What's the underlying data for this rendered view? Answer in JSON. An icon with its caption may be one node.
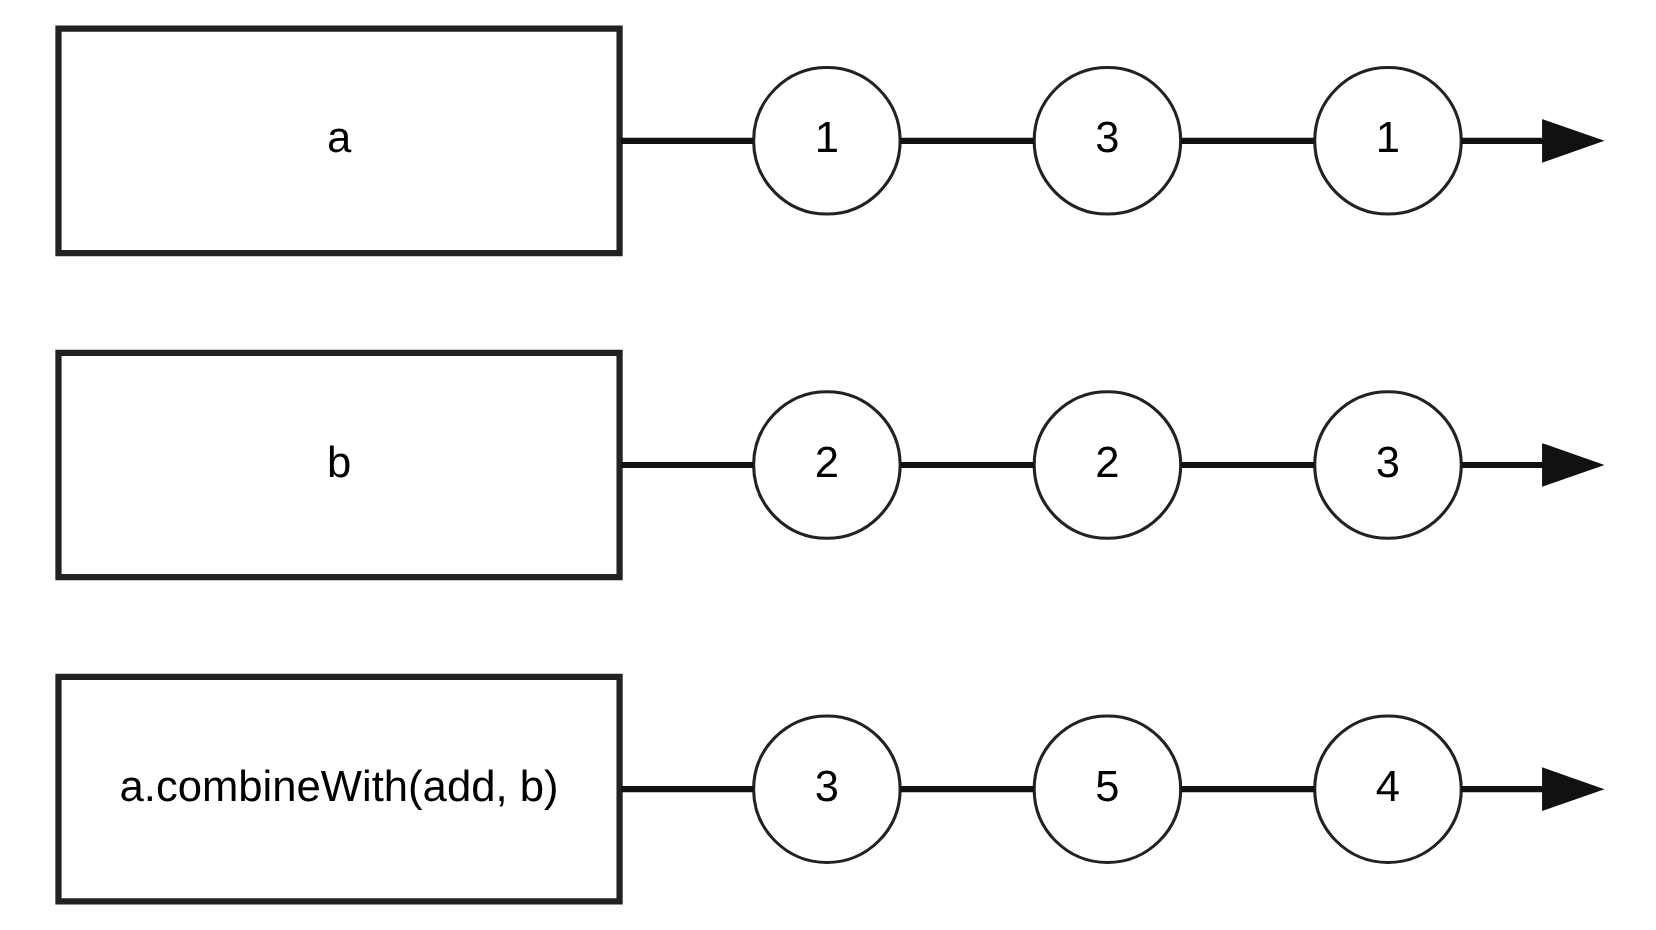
{
  "diagram": {
    "nodes": [
      {
        "text": [
          "a"
        ]
      },
      {
        "text": [
          "1"
        ]
      },
      {
        "text": [
          "3"
        ]
      },
      {
        "text": [
          "1"
        ]
      },
      {
        "text": [
          "b"
        ]
      },
      {
        "text": [
          "2"
        ]
      },
      {
        "text": [
          "2"
        ]
      },
      {
        "text": [
          "3"
        ]
      },
      {
        "text": [
          "a.combineWith(add, b)"
        ]
      },
      {
        "text": [
          "3"
        ]
      },
      {
        "text": [
          "5"
        ]
      },
      {
        "text": [
          "4"
        ]
      }
    ],
    "edges": [
      {
        "from": 0,
        "to": 1,
        "arrow": "none"
      },
      {
        "from": 1,
        "to": 2,
        "arrow": "none"
      },
      {
        "from": 2,
        "to": 3,
        "arrow": "none"
      },
      {
        "from": 3,
        "to": null,
        "arrow": "to"
      },
      {
        "from": 4,
        "to": 5,
        "arrow": "none"
      },
      {
        "from": 5,
        "to": 6,
        "arrow": "none"
      },
      {
        "from": 6,
        "to": 7,
        "arrow": "none"
      },
      {
        "from": 7,
        "to": null,
        "arrow": "to"
      },
      {
        "from": 8,
        "to": 9,
        "arrow": "none"
      },
      {
        "from": 9,
        "to": 10,
        "arrow": "none"
      },
      {
        "from": 10,
        "to": 11,
        "arrow": "none"
      },
      {
        "from": 11,
        "to": null,
        "arrow": "to"
      }
    ]
  }
}
